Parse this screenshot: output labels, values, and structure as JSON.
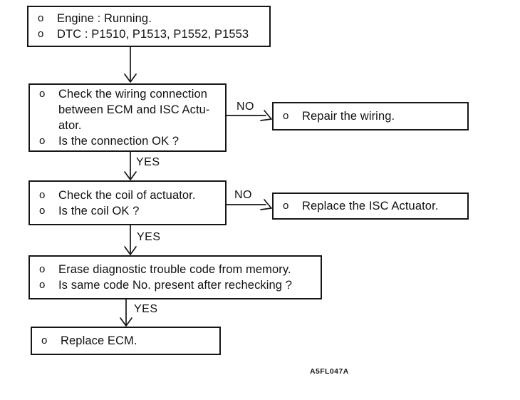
{
  "page": {
    "background": "#ffffff",
    "ink_color": "#161616",
    "bullet": "o",
    "figure_code": "A5FL047A"
  },
  "labels": {
    "yes": "YES",
    "no": "NO"
  },
  "boxes": {
    "start": {
      "items": [
        "Engine : Running.",
        "DTC : P1510, P1513, P1552, P1553"
      ]
    },
    "check_wiring": {
      "items": [
        "Check the wiring connection\nbetween ECM and ISC Actu-\nator.",
        "Is the connection OK ?"
      ]
    },
    "repair_wiring": {
      "items": [
        "Repair the wiring."
      ]
    },
    "check_coil": {
      "items": [
        "Check the coil of actuator.",
        "Is the coil OK ?"
      ]
    },
    "replace_isc": {
      "items": [
        "Replace the ISC Actuator."
      ]
    },
    "erase_dtc": {
      "items": [
        "Erase diagnostic trouble code from memory.",
        "Is same code No. present after rechecking ?"
      ]
    },
    "replace_ecm": {
      "items": [
        "Replace ECM."
      ]
    }
  }
}
